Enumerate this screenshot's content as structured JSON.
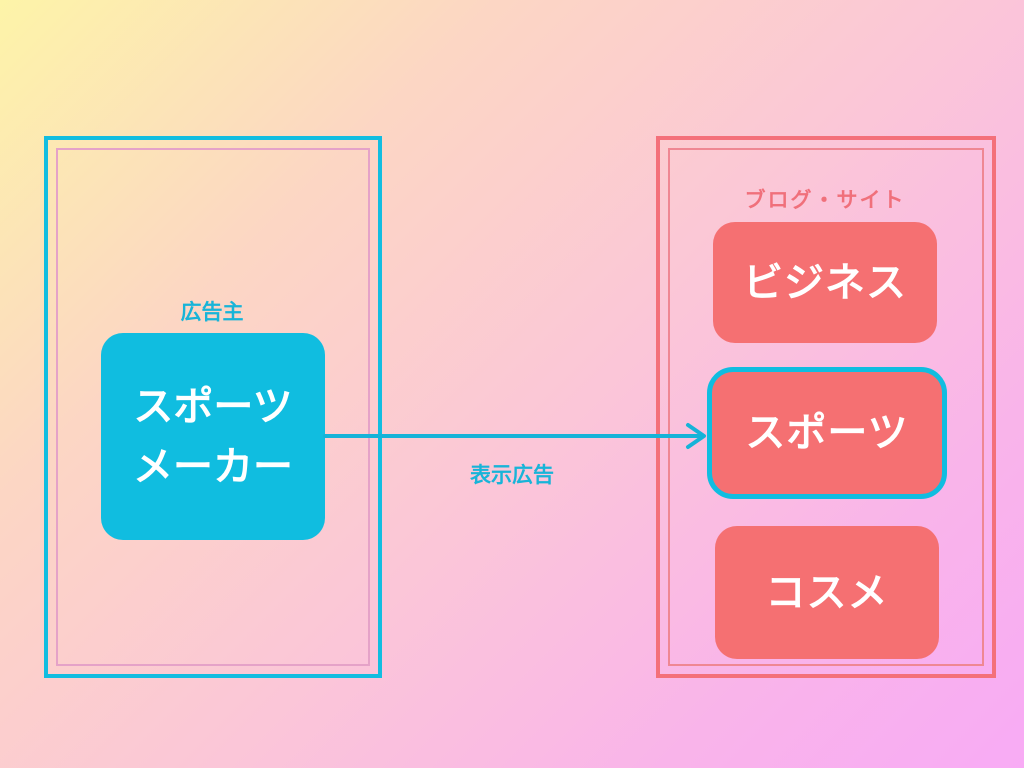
{
  "advertiser": {
    "label": "広告主",
    "box_line1": "スポーツ",
    "box_line2": "メーカー"
  },
  "publisher": {
    "label": "ブログ・サイト",
    "items": [
      {
        "label": "ビジネス"
      },
      {
        "label": "スポーツ",
        "highlighted": true
      },
      {
        "label": "コスメ"
      }
    ]
  },
  "arrow": {
    "label": "表示広告"
  },
  "colors": {
    "advertiser": "#10bde0",
    "publisher": "#f57072"
  }
}
